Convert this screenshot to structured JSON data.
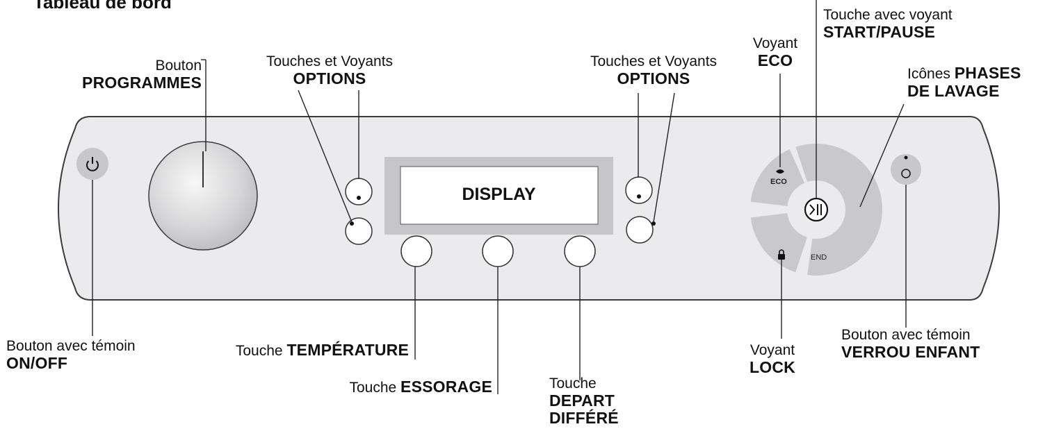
{
  "title": "Tableau de bord",
  "display": "DISPLAY",
  "labels": {
    "programmes": {
      "line1": "Bouton",
      "line2": "PROGRAMMES"
    },
    "options_left": {
      "line1": "Touches et Voyants",
      "line2": "OPTIONS"
    },
    "options_right": {
      "line1": "Touches et Voyants",
      "line2": "OPTIONS"
    },
    "eco": {
      "line1": "Voyant",
      "line2": "ECO"
    },
    "start_pause": {
      "line1": "Touche avec voyant",
      "line2": "START/PAUSE"
    },
    "phases": {
      "line1a": "Icônes ",
      "line1b": "PHASES",
      "line2": "DE LAVAGE"
    },
    "on_off": {
      "line1": "Bouton avec témoin",
      "line2": "ON/OFF"
    },
    "temperature": {
      "line1a": "Touche ",
      "line1b": "TEMPÉRATURE"
    },
    "essorage": {
      "line1a": "Touche ",
      "line1b": "ESSORAGE"
    },
    "depart": {
      "line1": "Touche",
      "line2": "DEPART",
      "line3": "DIFFÉRÉ"
    },
    "lock": {
      "line1": "Voyant",
      "line2": "LOCK"
    },
    "verrou": {
      "line1": "Bouton avec témoin",
      "line2": "VERROU ENFANT"
    }
  },
  "panel_icons": {
    "eco_text": "ECO",
    "end_text": "END"
  }
}
